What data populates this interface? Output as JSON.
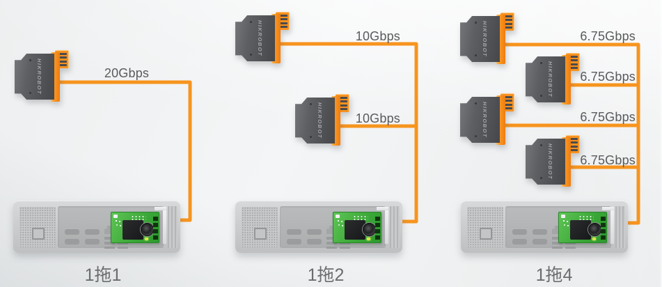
{
  "panels": [
    {
      "id": "one-to-one",
      "caption": "1拖1",
      "cameras": [
        {
          "brand": "HIKROBOT",
          "bandwidth": "20Gbps"
        }
      ]
    },
    {
      "id": "one-to-two",
      "caption": "1拖2",
      "cameras": [
        {
          "brand": "HIKROBOT",
          "bandwidth": "10Gbps"
        },
        {
          "brand": "HIKROBOT",
          "bandwidth": "10Gbps"
        }
      ]
    },
    {
      "id": "one-to-four",
      "caption": "1拖4",
      "cameras": [
        {
          "brand": "HIKROBOT",
          "bandwidth": "6.75Gbps"
        },
        {
          "brand": "HIKROBOT",
          "bandwidth": "6.75Gbps"
        },
        {
          "brand": "HIKROBOT",
          "bandwidth": "6.75Gbps"
        },
        {
          "brand": "HIKROBOT",
          "bandwidth": "6.75Gbps"
        }
      ]
    }
  ],
  "icons": {
    "camera": "industrial-camera-icon",
    "host": "pc-rear-chassis-icon",
    "capture_card": "frame-grabber-card-icon",
    "cable": "orange-cable-line"
  },
  "colors": {
    "cable_orange": "#F7941E",
    "camera_accent_orange": "#F68B1E",
    "camera_body_gray": "#55565A",
    "bandwidth_label_gray": "#595A5C",
    "caption_gray": "#6B6C6F",
    "capture_card_green": "#3DA83A",
    "chassis_gray": "#C9CBCC",
    "background_gray": "#EDEFF0"
  }
}
